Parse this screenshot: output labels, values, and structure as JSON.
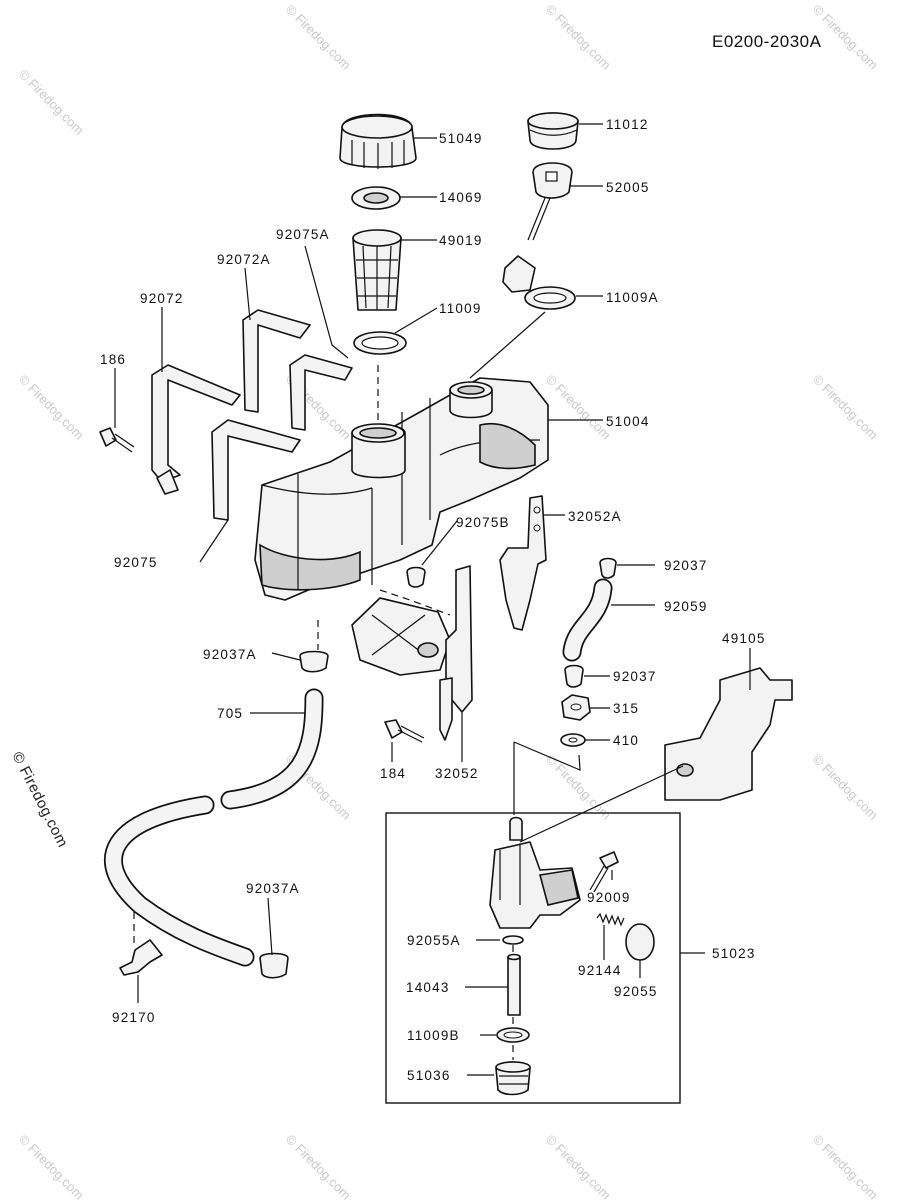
{
  "diagram_code": "E0200-2030A",
  "watermark": {
    "text": "© Firedog.com"
  },
  "labels": {
    "l51049": "51049",
    "l14069": "14069",
    "l49019": "49019",
    "l11009": "11009",
    "l92075A": "92075A",
    "l92072A": "92072A",
    "l92072": "92072",
    "l186": "186",
    "l11012": "11012",
    "l52005": "52005",
    "l11009A": "11009A",
    "l51004": "51004",
    "l32052A": "32052A",
    "l92075B": "92075B",
    "l92075": "92075",
    "l92037a": "92037",
    "l92059": "92059",
    "l49105": "49105",
    "l92037A_top": "92037A",
    "l92037b": "92037",
    "l315": "315",
    "l410": "410",
    "l705": "705",
    "l184": "184",
    "l32052": "32052",
    "l92009": "92009",
    "l92037A_bottom": "92037A",
    "l92055A": "92055A",
    "l51023": "51023",
    "l92144": "92144",
    "l92055": "92055",
    "l14043": "14043",
    "l92170": "92170",
    "l11009B": "11009B",
    "l51036": "51036"
  }
}
